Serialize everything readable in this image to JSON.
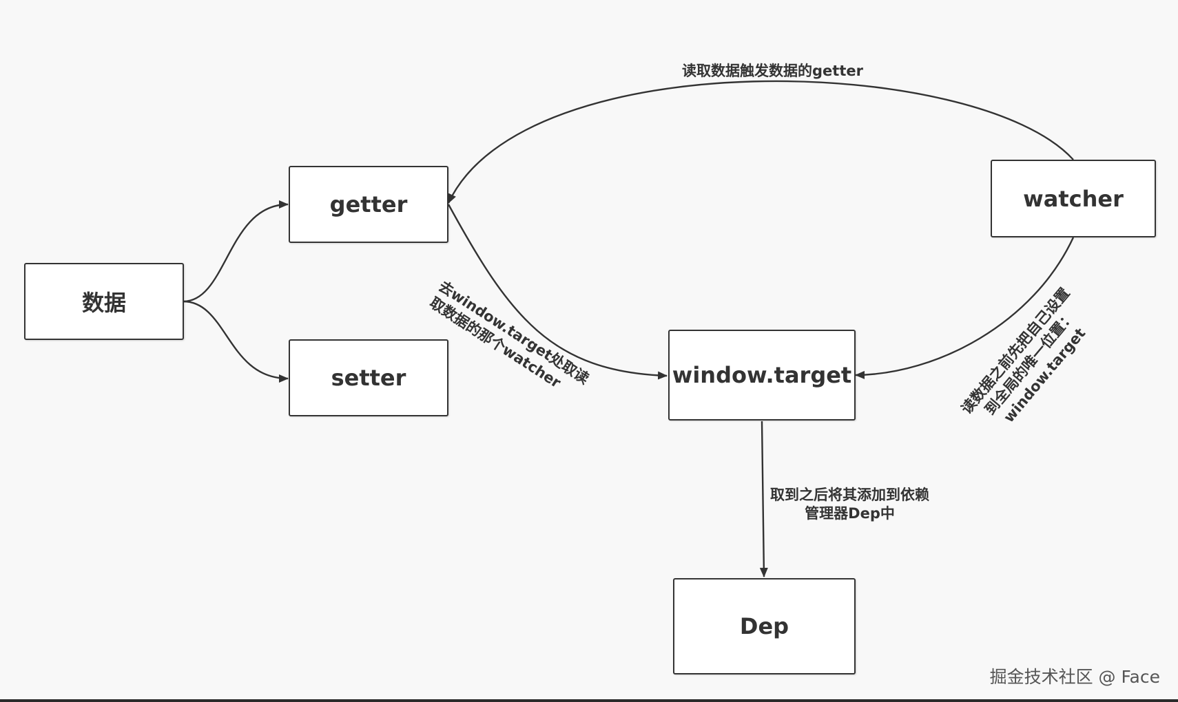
{
  "nodes": {
    "data": "数据",
    "getter": "getter",
    "setter": "setter",
    "watcher": "watcher",
    "window_target": "window.target",
    "dep": "Dep"
  },
  "labels": {
    "read_trigger": "读取数据触发数据的getter",
    "get_watcher_line1": "去window.target处取读",
    "get_watcher_line2": "取数据的那个watcher",
    "set_global_line1": "读数据之前先把自己设置",
    "set_global_line2": "到全局的唯一位置：",
    "set_global_line3": "window.target",
    "add_dep_line1": "取到之后将其添加到依赖",
    "add_dep_line2": "管理器Dep中"
  },
  "watermark": "掘金技术社区 @ Face",
  "colors": {
    "background": "#f8f8f8",
    "stroke": "#333333",
    "node_fill": "#ffffff",
    "watermark": "#555555"
  }
}
